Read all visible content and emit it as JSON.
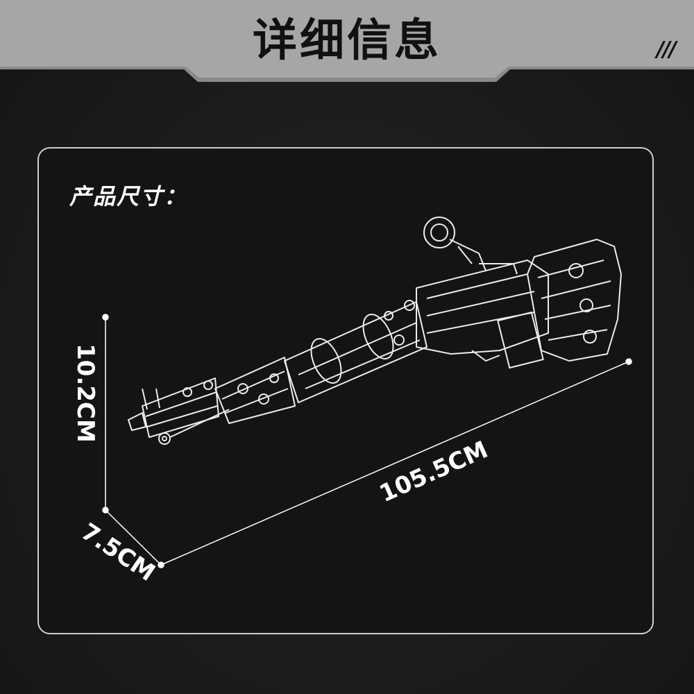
{
  "header": {
    "title": "详细信息",
    "slashes": "///"
  },
  "panel": {
    "section_label": "产品尺寸："
  },
  "dimensions": {
    "height": "10.2CM",
    "length": "105.5CM",
    "depth": "7.5CM"
  },
  "colors": {
    "header_bg": "#a6a6a6",
    "header_shadow": "#8a8a8a",
    "panel_border": "#cfcfcf",
    "text": "#ffffff"
  }
}
